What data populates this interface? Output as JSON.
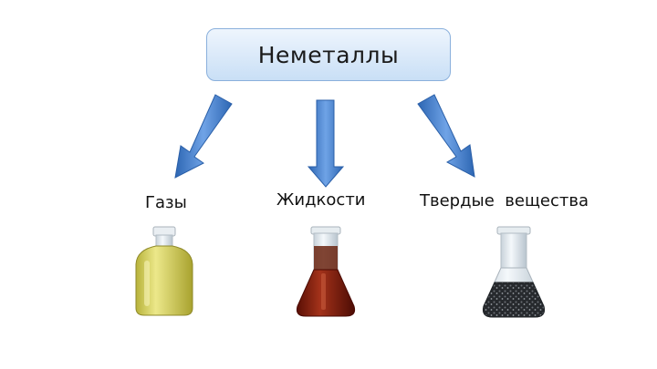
{
  "title": "Неметаллы",
  "categories": [
    {
      "id": "gases",
      "label": "Газы"
    },
    {
      "id": "liquids",
      "label": "Жидкости"
    },
    {
      "id": "solids",
      "label": "Твердые  вещества"
    }
  ],
  "colors": {
    "arrow": "#3a78c9",
    "box_border": "#8ab0dc",
    "gas_fill": "#d9d35a",
    "liquid_fill": "#8a1a0a",
    "solid_fill": "#2c2f33"
  }
}
